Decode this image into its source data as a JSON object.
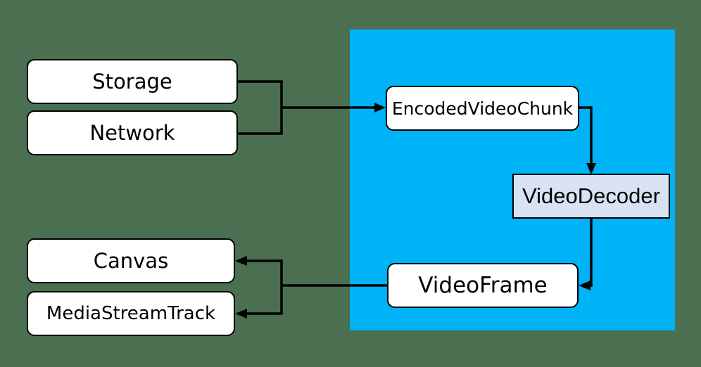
{
  "diagram": {
    "description": "Flow diagram of video decoding with WebCodecs",
    "nodes": [
      {
        "id": "storage",
        "label": "Storage"
      },
      {
        "id": "network",
        "label": "Network"
      },
      {
        "id": "encoded-video-chunk",
        "label": "EncodedVideoChunk"
      },
      {
        "id": "video-decoder",
        "label": "VideoDecoder"
      },
      {
        "id": "video-frame",
        "label": "VideoFrame"
      },
      {
        "id": "canvas",
        "label": "Canvas"
      },
      {
        "id": "media-stream-track",
        "label": "MediaStreamTrack"
      }
    ],
    "edges": [
      {
        "from": "Storage",
        "to": "EncodedVideoChunk"
      },
      {
        "from": "Network",
        "to": "EncodedVideoChunk"
      },
      {
        "from": "EncodedVideoChunk",
        "to": "VideoDecoder"
      },
      {
        "from": "VideoDecoder",
        "to": "VideoFrame"
      },
      {
        "from": "VideoFrame",
        "to": "Canvas"
      },
      {
        "from": "VideoFrame",
        "to": "MediaStreamTrack"
      }
    ],
    "colors": {
      "background": "#4a7051",
      "webcodecs_region": "#00b2f6",
      "node_fill": "#ffffff",
      "decoder_fill": "#d9e2f3",
      "line": "#000000"
    }
  }
}
